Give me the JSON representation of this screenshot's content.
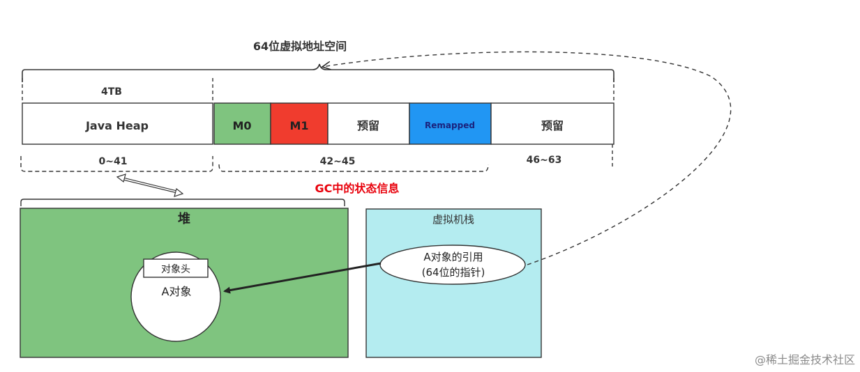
{
  "title": "64位虚拟地址空间",
  "heap_size": "4TB",
  "segments": {
    "java_heap": "Java Heap",
    "m0": "M0",
    "m1": "M1",
    "reserved1": "预留",
    "remapped": "Remapped",
    "reserved2": "预留"
  },
  "ranges": {
    "r1": "0~41",
    "r2": "42~45",
    "r3": "46~63"
  },
  "gc_label": "GC中的状态信息",
  "heap_box": {
    "title": "堆",
    "object_header": "对象头",
    "object_name": "A对象"
  },
  "stack_box": {
    "title": "虚拟机栈",
    "ref_line1": "A对象的引用",
    "ref_line2": "(64位的指针)"
  },
  "watermark": "@稀土掘金技术社区",
  "colors": {
    "m0": "#7fc47f",
    "m1": "#f03c2e",
    "remapped": "#2196f3",
    "heap": "#7fc47f",
    "stack": "#b4ecf0",
    "gc_label": "#e8000b"
  }
}
